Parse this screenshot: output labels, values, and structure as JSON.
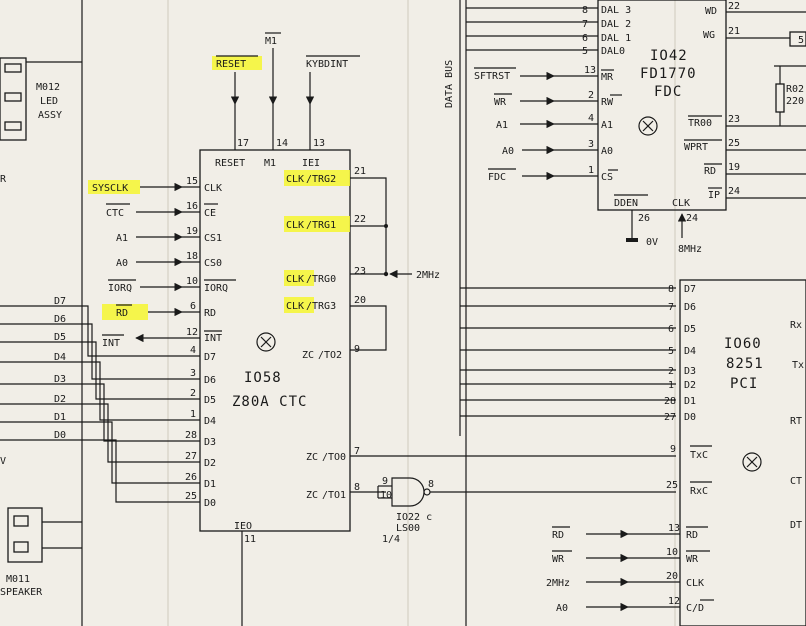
{
  "left_module": {
    "name1": "M012",
    "name2": "LED",
    "name3": "ASSY"
  },
  "speaker": {
    "name1": "M011",
    "name2": "SPEAKER"
  },
  "ctc": {
    "ref": "IO58",
    "part": "Z80A CTC",
    "top_signals": {
      "reset": "RESET",
      "m1": "M1",
      "kybdint": "KYBDINT"
    },
    "top_pins": {
      "reset": "17",
      "m1": "14",
      "iei": "13"
    },
    "top_pin_labels": {
      "reset": "RESET",
      "m1": "M1",
      "iei": "IEI"
    },
    "left_signals": [
      {
        "signal": "SYSCLK",
        "pin": "15",
        "label": "CLK"
      },
      {
        "signal": "CTC",
        "pin": "16",
        "label": "CE"
      },
      {
        "signal": "A1",
        "pin": "19",
        "label": "CS1"
      },
      {
        "signal": "A0",
        "pin": "18",
        "label": "CS0"
      },
      {
        "signal": "IORQ",
        "pin": "10",
        "label": "IORQ"
      },
      {
        "signal": "RD",
        "pin": "6",
        "label": "RD"
      },
      {
        "signal": "INT",
        "pin": "12",
        "label": "INT"
      }
    ],
    "data_pins": [
      {
        "bus": "D7",
        "pin": "4",
        "label": "D7"
      },
      {
        "bus": "D6",
        "pin": "3",
        "label": "D6"
      },
      {
        "bus": "D5",
        "pin": "2",
        "label": "D5"
      },
      {
        "bus": "D4",
        "pin": "1",
        "label": "D4"
      },
      {
        "bus": "D3",
        "pin": "28",
        "label": "D3"
      },
      {
        "bus": "D2",
        "pin": "27",
        "label": "D2"
      },
      {
        "bus": "D1",
        "pin": "26",
        "label": "D1"
      },
      {
        "bus": "D0",
        "pin": "25",
        "label": "D0"
      }
    ],
    "right_pins": [
      {
        "label_a": "CLK",
        "label_b": "/TRG2",
        "pin": "21"
      },
      {
        "label_a": "CLK",
        "label_b": "/TRG1",
        "pin": "22"
      },
      {
        "label_a": "CLK",
        "label_b": "/TRG0",
        "pin": "23"
      },
      {
        "label_a": "CLK",
        "label_b": "/TRG3",
        "pin": "20"
      },
      {
        "label_a": "ZC",
        "label_b": "/TO2",
        "pin": "9"
      },
      {
        "label_a": "ZC",
        "label_b": "/TO0",
        "pin": "7"
      },
      {
        "label_a": "ZC",
        "label_b": "/TO1",
        "pin": "8"
      }
    ],
    "ieo_label": "IEO",
    "ieo_pin": "11",
    "clock_in": "2MHz"
  },
  "gate": {
    "ref": "IO22 c",
    "part": "LS00",
    "fraction": "1/4",
    "pin_a": "9",
    "pin_b": "10",
    "pin_out": "8"
  },
  "fdc": {
    "ref": "IO42",
    "part1": "FD1770",
    "part2": "FDC",
    "bus_label": "DATA BUS",
    "dal_pins": [
      {
        "pin": "8",
        "label": "DAL 3"
      },
      {
        "pin": "7",
        "label": "DAL 2"
      },
      {
        "pin": "6",
        "label": "DAL 1"
      },
      {
        "pin": "5",
        "label": "DAL0"
      }
    ],
    "left": [
      {
        "signal": "SFTRST",
        "pin": "13",
        "label": "MR"
      },
      {
        "signal": "WR",
        "pin": "2",
        "label": "RW"
      },
      {
        "signal": "A1",
        "pin": "4",
        "label": "A1"
      },
      {
        "signal": "A0",
        "pin": "3",
        "label": "A0"
      },
      {
        "signal": "FDC",
        "pin": "1",
        "label": "CS"
      }
    ],
    "right": [
      {
        "pin": "22",
        "label": "WD"
      },
      {
        "pin": "21",
        "label": "WG"
      },
      {
        "pin": "23",
        "label": "TR00"
      },
      {
        "pin": "25",
        "label": "WPRT"
      },
      {
        "pin": "19",
        "label": "RD"
      },
      {
        "pin": "24",
        "label": "IP"
      }
    ],
    "bottom": {
      "dden_label": "DDEN",
      "dden_pin": "26",
      "clk_label": "CLK",
      "clk_pin": "24",
      "ground": "0V",
      "clock": "8MHz"
    },
    "resistor_a": "R02",
    "resistor_b": "220"
  },
  "pci": {
    "ref": "IO60",
    "part1": "8251",
    "part2": "PCI",
    "data": [
      {
        "pin": "8",
        "label": "D7"
      },
      {
        "pin": "7",
        "label": "D6"
      },
      {
        "pin": "6",
        "label": "D5"
      },
      {
        "pin": "5",
        "label": "D4"
      },
      {
        "pin": "2",
        "label": "D3"
      },
      {
        "pin": "1",
        "label": "D2"
      },
      {
        "pin": "28",
        "label": "D1"
      },
      {
        "pin": "27",
        "label": "D0"
      }
    ],
    "txc": {
      "pin": "9",
      "label": "TxC"
    },
    "rxc": {
      "pin": "25",
      "label": "RxC"
    },
    "lower": [
      {
        "signal": "RD",
        "pin": "13",
        "label": "RD"
      },
      {
        "signal": "WR",
        "pin": "10",
        "label": "WR"
      },
      {
        "signal": "2MHz",
        "pin": "20",
        "label": "CLK"
      },
      {
        "signal": "A0",
        "pin": "12",
        "label": "C/D"
      }
    ],
    "edge_labels": [
      "Rx",
      "Tx",
      "RT",
      "CT",
      "DT"
    ]
  },
  "misc": {
    "v_label": "V",
    "r_label": "R",
    "five": "5"
  },
  "colors": {
    "ink": "#1a1a1a",
    "paper": "#f1eee7",
    "highlight": "#f5f53a"
  }
}
